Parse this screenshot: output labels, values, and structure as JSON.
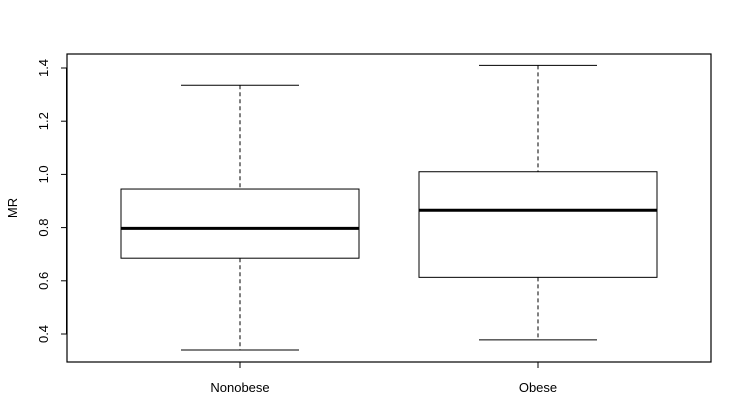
{
  "chart_data": {
    "type": "box",
    "title": "",
    "xlabel": "",
    "ylabel": "MR",
    "ylim": [
      0.29,
      1.45
    ],
    "yticks": [
      0.4,
      0.6,
      0.8,
      1.0,
      1.2,
      1.4
    ],
    "ytick_labels": [
      "0.4",
      "0.6",
      "0.8",
      "1.0",
      "1.2",
      "1.4"
    ],
    "grid": false,
    "categories": [
      "Nonobese",
      "Obese"
    ],
    "boxes": [
      {
        "category": "Nonobese",
        "min": 0.34,
        "q1": 0.685,
        "median": 0.797,
        "q3": 0.945,
        "max": 1.335
      },
      {
        "category": "Obese",
        "min": 0.378,
        "q1": 0.613,
        "median": 0.865,
        "q3": 1.01,
        "max": 1.41
      }
    ]
  }
}
